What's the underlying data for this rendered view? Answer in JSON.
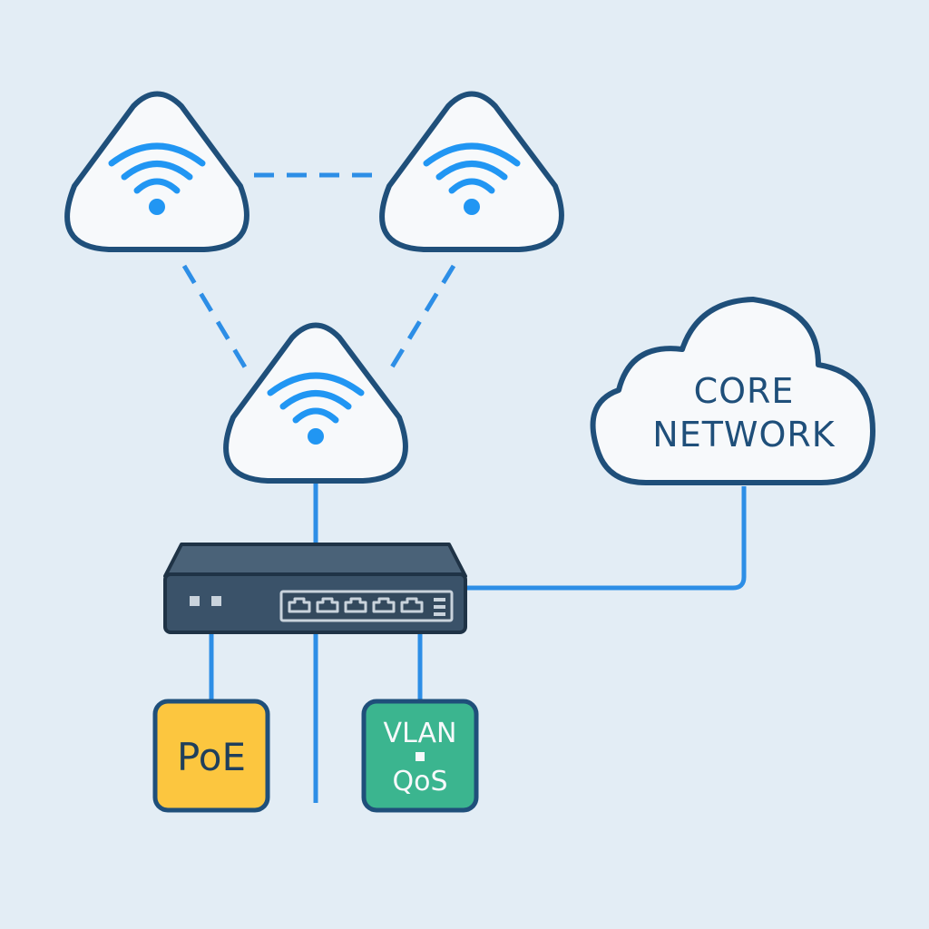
{
  "colors": {
    "background": "#e3edf5",
    "outline": "#1f4f7a",
    "node_fill": "#f7f9fb",
    "wifi": "#2196f3",
    "link": "#2d8ee6",
    "switch_body": "#3a5269",
    "switch_top": "#4a6278",
    "poe_fill": "#fcc63f",
    "vlan_fill": "#3bb58f",
    "core_text": "#1f4f7a"
  },
  "access_points": [
    {
      "id": "ap-top-left",
      "icon": "wifi-icon"
    },
    {
      "id": "ap-top-right",
      "icon": "wifi-icon"
    },
    {
      "id": "ap-center",
      "icon": "wifi-icon"
    }
  ],
  "mesh_links": [
    "ap-top-left-to-ap-top-right",
    "ap-top-left-to-ap-center",
    "ap-top-right-to-ap-center"
  ],
  "cloud": {
    "line1": "CORE",
    "line2": "NETWORK"
  },
  "switch": {
    "status_leds": 2,
    "ports": 5
  },
  "badges": {
    "poe": "PoE",
    "vlan": "VLAN",
    "qos": "QoS"
  }
}
